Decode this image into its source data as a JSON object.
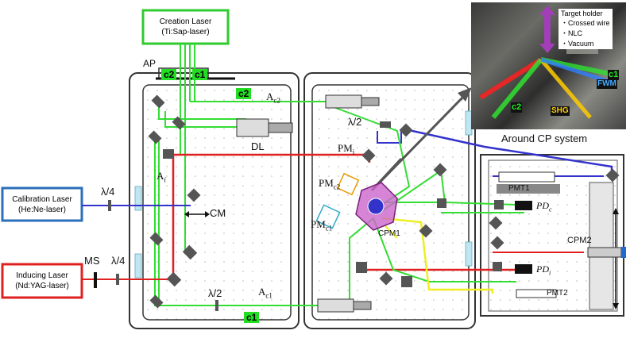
{
  "lasers": {
    "creation": {
      "line1": "Creation Laser",
      "line2": "(Ti:Sap-laser)",
      "color": "#2fcb2f"
    },
    "calibration": {
      "line1": "Calibration Laser",
      "line2": "(He:Ne-laser)",
      "color": "#2b6fb8"
    },
    "inducing": {
      "line1": "Inducing Laser",
      "line2": "(Nd:YAG-laser)",
      "color": "#e02020"
    }
  },
  "labels": {
    "ap": "AP",
    "c1_top": "c1",
    "c2_top": "c2",
    "c2_inner": "c2",
    "c1_bottom": "c1",
    "ac2_base": "A",
    "ac2_sub": "c2",
    "ac1_base": "A",
    "ac1_sub": "c1",
    "ai_base": "A",
    "ai_sub": "i",
    "dl": "DL",
    "cm": "CM",
    "ms": "MS",
    "lambda4_a": "λ/4",
    "lambda4_b": "λ/4",
    "lambda2_a": "λ/2",
    "lambda2_b": "λ/2",
    "pmi_base": "PM",
    "pmi_sub": "i",
    "pmc2_base": "PM",
    "pmc2_sub": "c2",
    "pmc1_base": "PM",
    "pmc1_sub": "c1",
    "cpm1": "CPM1",
    "cpm2": "CPM2",
    "pmt1": "PMT1",
    "pmt2": "PMT2",
    "pdc_base": "PD",
    "pdc_sub": "c",
    "pdi_base": "PD",
    "pdi_sub": "i",
    "around_cp": "Around CP system"
  },
  "photo": {
    "title": "Target holder",
    "items": [
      "・Crossed wire",
      "・NLC",
      "・Vacuum"
    ],
    "c1": "c1",
    "c2": "c2",
    "fwm": "FWM",
    "shg": "SHG"
  },
  "colors": {
    "green": "#33dd33",
    "red": "#e02020",
    "blue": "#3333cc",
    "yellow": "#eeee22",
    "frame": "#333333",
    "purple": "#9b2fa8"
  }
}
